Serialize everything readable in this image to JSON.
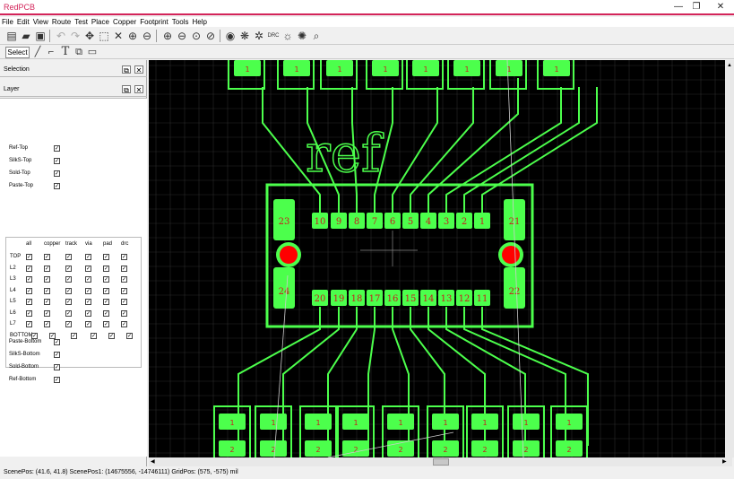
{
  "window": {
    "title": "RedPCB",
    "minimize": "—",
    "restore": "❐",
    "close": "✕"
  },
  "menu": [
    "File",
    "Edit",
    "View",
    "Route",
    "Test",
    "Place",
    "Copper",
    "Footprint",
    "Tools",
    "Help"
  ],
  "toolbar2": {
    "select_label": "Select"
  },
  "toolbar": {
    "drc_label": "DRC"
  },
  "panels": {
    "selection_title": "Selection",
    "layer_title": "Layer",
    "float_icon": "⧉",
    "close_icon": "✕"
  },
  "layers_top": [
    {
      "name": "Ref-Top",
      "checked": true
    },
    {
      "name": "SilkS-Top",
      "checked": true
    },
    {
      "name": "Sold-Top",
      "checked": true
    },
    {
      "name": "Paste-Top",
      "checked": true
    }
  ],
  "layer_grid": {
    "columns": [
      "all",
      "copper",
      "track",
      "via",
      "pad",
      "drc"
    ],
    "rows": [
      "TOP",
      "L2",
      "L3",
      "L4",
      "L5",
      "L6",
      "L7",
      "BOTTOM"
    ]
  },
  "layers_bottom": [
    {
      "name": "Paste-Bottom",
      "checked": true
    },
    {
      "name": "SilkS-Bottom",
      "checked": true
    },
    {
      "name": "Sold-Bottom",
      "checked": true
    },
    {
      "name": "Ref-Bottom",
      "checked": true
    }
  ],
  "pcb": {
    "ref_text": "ref",
    "top_pins": [
      "10",
      "9",
      "8",
      "7",
      "6",
      "5",
      "4",
      "3",
      "2",
      "1"
    ],
    "bottom_pins": [
      "20",
      "19",
      "18",
      "17",
      "16",
      "15",
      "14",
      "13",
      "12",
      "11"
    ],
    "side_pins": {
      "left_top": "23",
      "left_bottom": "24",
      "right_top": "21",
      "right_bottom": "22"
    },
    "upper_pad_label": "1",
    "lower_pad_top_label": "1",
    "lower_pad_bottom_label": "2",
    "colors": {
      "copper": "#4cff4c",
      "pad_text": "#c81e1e",
      "via": "#ff0000",
      "grid": "#2a2a2a"
    }
  },
  "status": {
    "text": "ScenePos: (41.6, 41.8)   ScenePos1: (14675556, -14746111)   GridPos: (575, -575) mil"
  }
}
